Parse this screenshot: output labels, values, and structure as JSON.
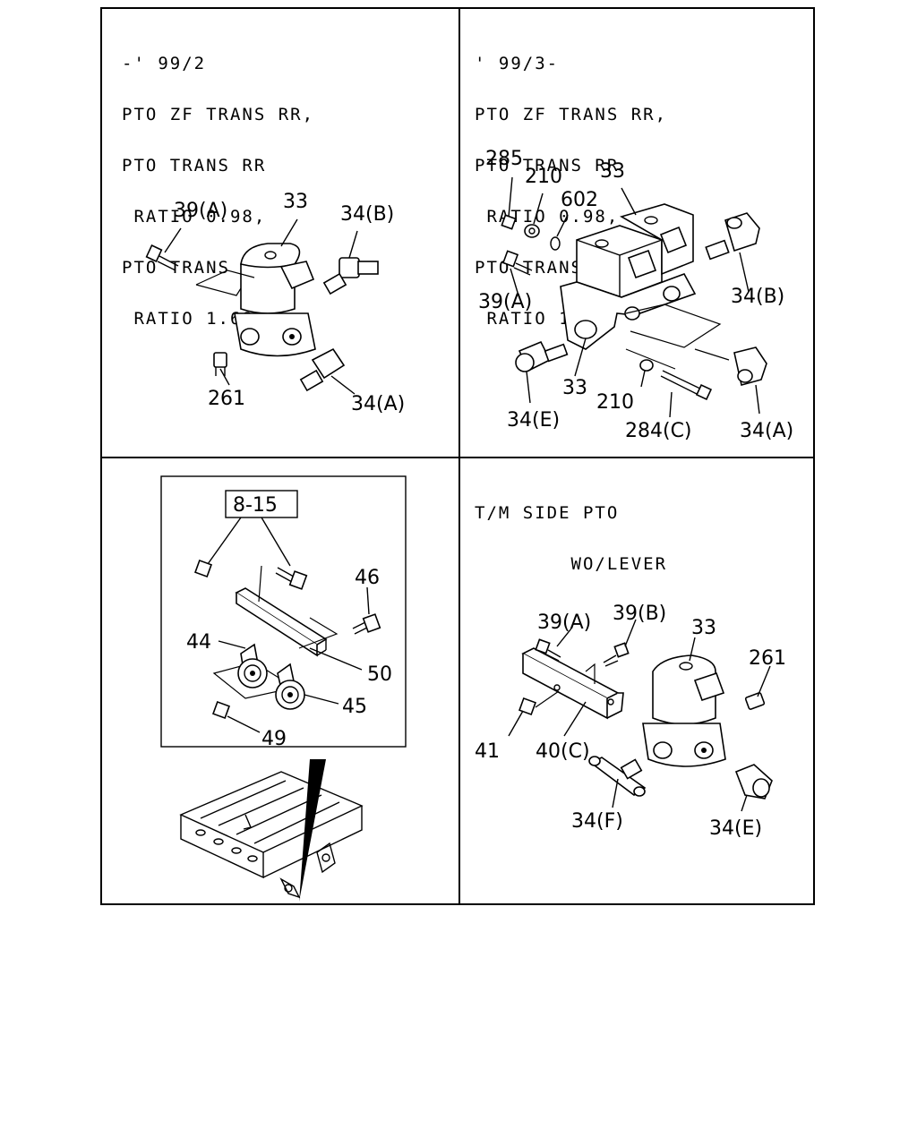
{
  "panels": {
    "top_left": {
      "header": [
        "-' 99/2",
        "PTO ZF TRANS RR,",
        "PTO TRANS RR",
        " RATIO 0.98,",
        "PTO TRANS RR",
        " RATIO 1.68"
      ],
      "callouts": {
        "c33": "33",
        "c39a": "39(A)",
        "c34b": "34(B)",
        "c261": "261",
        "c34a": "34(A)"
      }
    },
    "top_right": {
      "header": [
        "' 99/3-",
        "PTO ZF TRANS RR,",
        "PTO TRANS RR",
        " RATIO 0.98,",
        "PTO TRANS RR",
        " RATIO 1.68"
      ],
      "callouts": {
        "c285": "285",
        "c210a": "210",
        "c602": "602",
        "c33a": "33",
        "c39a": "39(A)",
        "c34b": "34(B)",
        "c33b": "33",
        "c210b": "210",
        "c34e": "34(E)",
        "c284c": "284(C)",
        "c34a": "34(A)"
      }
    },
    "bottom_left": {
      "ref_box": "8-15",
      "callouts": {
        "c46": "46",
        "c44": "44",
        "c50": "50",
        "c45": "45",
        "c49": "49"
      }
    },
    "bottom_right": {
      "header": [
        "T/M SIDE PTO",
        "        WO/LEVER"
      ],
      "callouts": {
        "c39a": "39(A)",
        "c39b": "39(B)",
        "c33": "33",
        "c261": "261",
        "c41": "41",
        "c40c": "40(C)",
        "c34f": "34(F)",
        "c34e": "34(E)"
      }
    }
  }
}
